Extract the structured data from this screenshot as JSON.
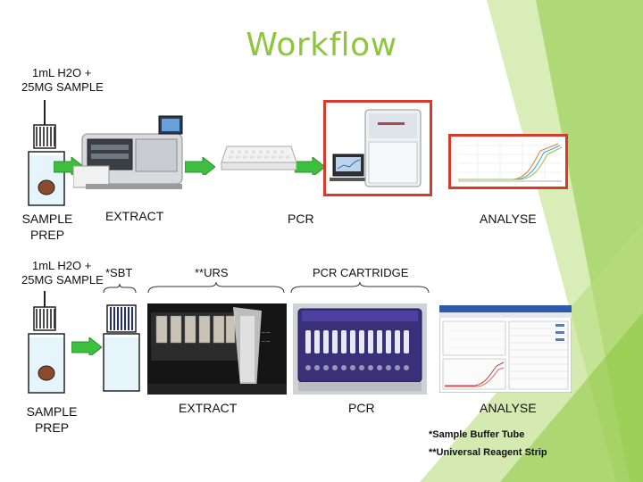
{
  "title": "Workflow",
  "row1": {
    "input_label_line1": "1mL H2O +",
    "input_label_line2": "25MG SAMPLE",
    "steps": {
      "sample_prep_line1": "SAMPLE",
      "sample_prep_line2": "PREP",
      "extract": "EXTRACT",
      "pcr": "PCR",
      "analyse": "ANALYSE"
    }
  },
  "row2": {
    "input_label_line1": "1mL H2O +",
    "input_label_line2": "25MG SAMPLE",
    "sbt_label": "*SBT",
    "urs_label": "**URS",
    "cartridge_label": "PCR CARTRIDGE",
    "steps": {
      "sample_prep_line1": "SAMPLE",
      "sample_prep_line2": "PREP",
      "extract": "EXTRACT",
      "pcr": "PCR",
      "analyse": "ANALYSE"
    }
  },
  "footnotes": {
    "sbt": "*Sample Buffer Tube",
    "urs": "**Universal Reagent Strip"
  },
  "colors": {
    "title": "#8dc63f",
    "arrow": "#3fbf3f",
    "highlight_frame": "#d93a2b",
    "background_accent": "#8dc63f",
    "sample_pellet": "#8b4a2b",
    "tube_cap": "#1f2a8a"
  }
}
